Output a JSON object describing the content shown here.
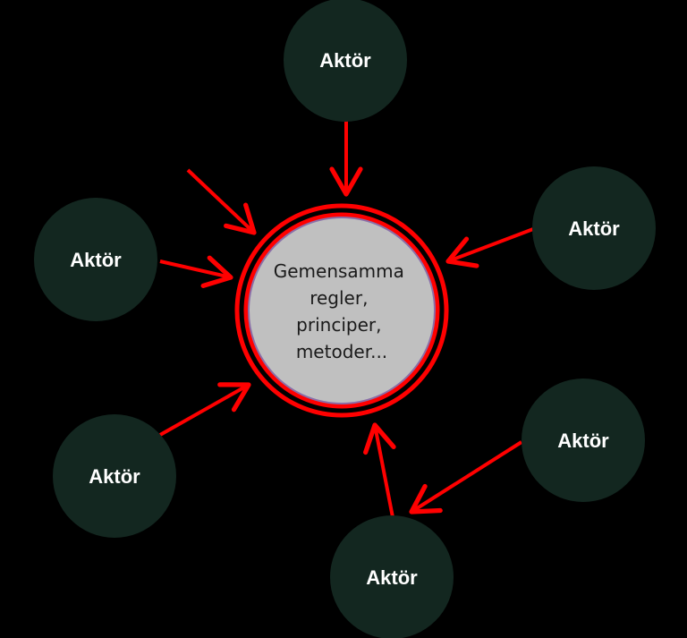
{
  "colors": {
    "background": "#000000",
    "actor_fill": "#132720",
    "actor_text": "#ffffff",
    "center_fill": "#c0c0c0",
    "center_ring": "#ff0000",
    "arrow": "#ff0000"
  },
  "center": {
    "lines": [
      "Gemensamma",
      "regler,",
      "principer,",
      "metoder..."
    ]
  },
  "actors": [
    {
      "label": "Aktör"
    },
    {
      "label": "Aktör"
    },
    {
      "label": "Aktör"
    },
    {
      "label": "Aktör"
    },
    {
      "label": "Aktör"
    },
    {
      "label": "Aktör"
    }
  ]
}
